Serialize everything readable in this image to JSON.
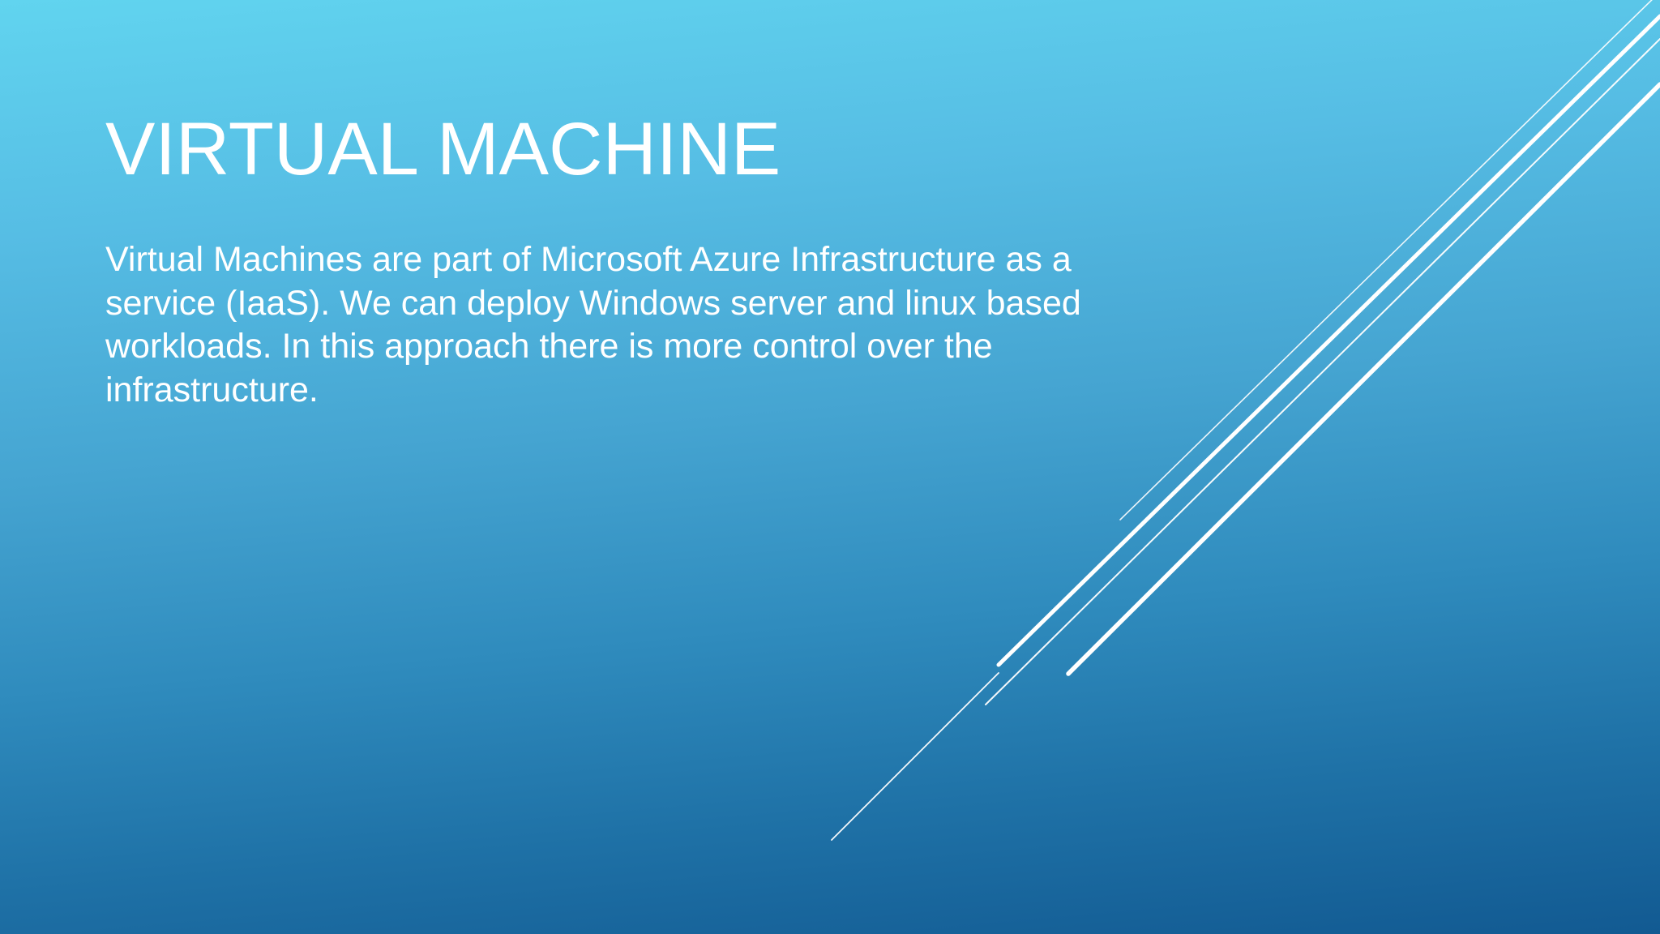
{
  "slide": {
    "title": "VIRTUAL MACHINE",
    "body_lines": [
      "Virtual Machines are part of Microsoft Azure Infrastructure as a",
      "service (IaaS). We can deploy Windows server and linux based",
      "workloads. In this approach there is more control over the",
      "infrastructure."
    ]
  },
  "colors": {
    "text": "#ffffff",
    "background_top": "#61d4ef",
    "background_bottom": "#125a92",
    "decor_lines": "#ffffff"
  }
}
